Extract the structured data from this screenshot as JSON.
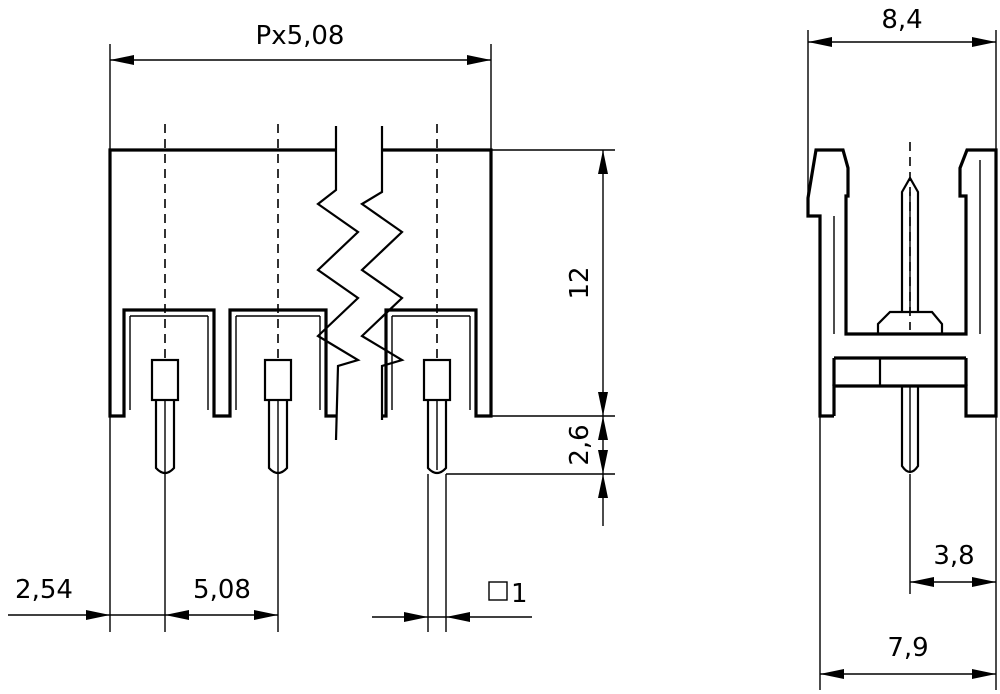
{
  "dimensions": {
    "total_width_formula": "Px5,08",
    "side_width": "8,4",
    "body_height": "12",
    "pin_length": "2,6",
    "pin_offset": "2,54",
    "pin_pitch": "5,08",
    "pin_square": "1",
    "pin_to_back": "3,8",
    "base_width": "7,9"
  }
}
